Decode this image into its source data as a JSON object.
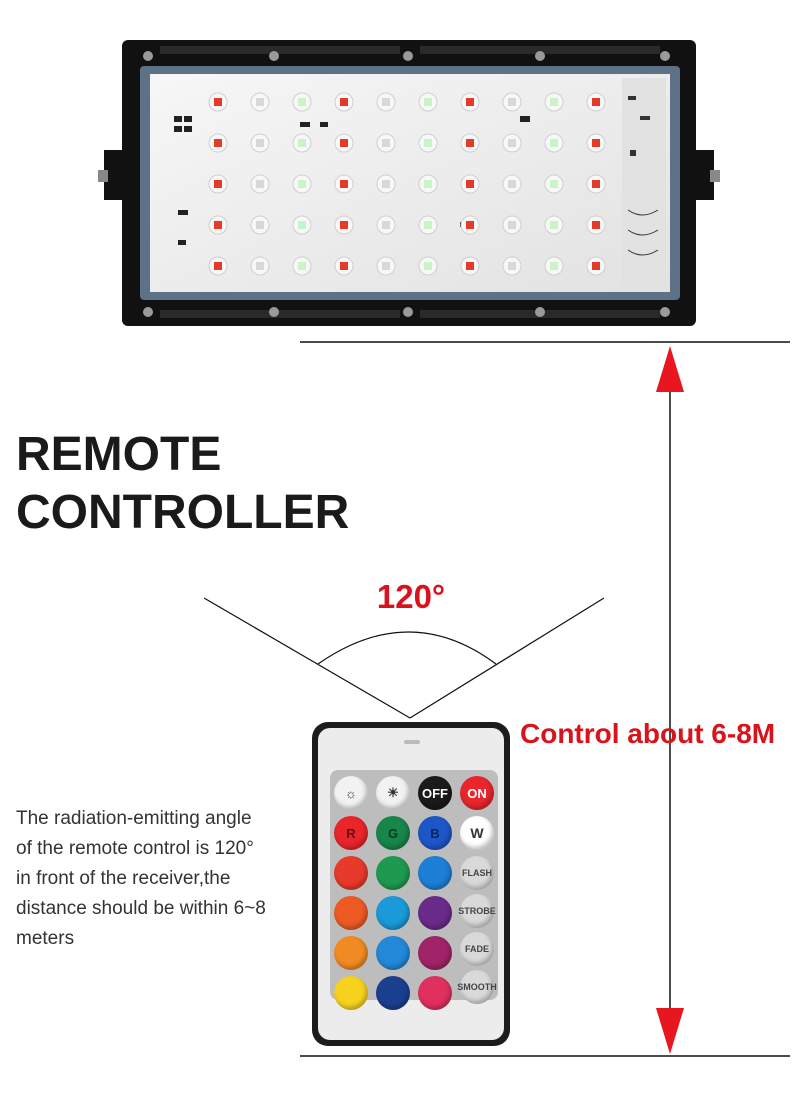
{
  "title": {
    "line1": "REMOTE",
    "line2": "CONTROLLER"
  },
  "angle_label": "120°",
  "range_label": "Control about 6-8M",
  "description": [
    "The radiation-emitting angle",
    "of the remote control is 120°",
    "in front of the receiver,the",
    "distance should be within 6~8",
    "meters"
  ],
  "remote": {
    "top_buttons": [
      {
        "label": "",
        "icon": "brightness-up-icon",
        "color": "#f2f2f2"
      },
      {
        "label": "",
        "icon": "brightness-down-icon",
        "color": "#f2f2f2"
      },
      {
        "label": "OFF",
        "color": "#1a1a1a"
      },
      {
        "label": "ON",
        "color": "#e8262b"
      }
    ],
    "rgb_labels": [
      "R",
      "G",
      "B"
    ],
    "white_label": "W",
    "mode_buttons": [
      "FLASH",
      "STROBE",
      "FADE",
      "SMOOTH"
    ],
    "color_rows": [
      [
        "#e8252a",
        "#18854a",
        "#1c56c7"
      ],
      [
        "#e83a2a",
        "#1e9a50",
        "#1d7fd6"
      ],
      [
        "#ed5a24",
        "#1a9ad8",
        "#6a2a8a"
      ],
      [
        "#f08a22",
        "#2388d8",
        "#a02467"
      ],
      [
        "#f6d21f",
        "#1a3f8e",
        "#e0305f"
      ]
    ]
  },
  "colors": {
    "accent": "#d9131b",
    "led_red": "#e33a2a",
    "led_green": "#c8f5c8"
  }
}
